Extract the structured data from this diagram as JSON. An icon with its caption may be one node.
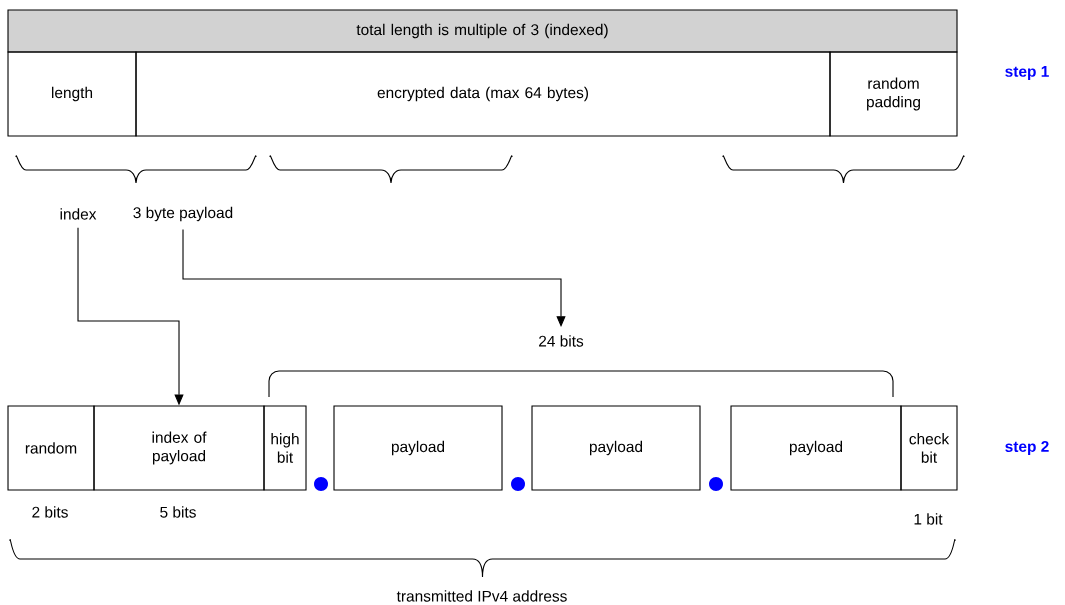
{
  "diagram": {
    "nodes": [
      {
        "text": [
          "total length is multiple of 3 (indexed)"
        ]
      },
      {
        "text": [
          "length"
        ]
      },
      {
        "text": [
          "encrypted data (max 64 bytes)"
        ]
      },
      {
        "text": [
          "random padding"
        ]
      },
      {
        "text": [
          "index"
        ]
      },
      {
        "text": [
          "3 byte payload"
        ]
      },
      {
        "text": [
          "24 bits"
        ]
      },
      {
        "text": [
          "random"
        ]
      },
      {
        "text": [
          "index of payload"
        ]
      },
      {
        "text": [
          "high bit"
        ]
      },
      {
        "text": [
          "payload"
        ]
      },
      {
        "text": [
          "payload"
        ]
      },
      {
        "text": [
          "payload"
        ]
      },
      {
        "text": [
          "check bit"
        ]
      }
    ],
    "edges": [
      {
        "from": 4,
        "to": 8,
        "arrow": "to"
      },
      {
        "from": 5,
        "to": 6,
        "arrow": "to"
      }
    ],
    "labels": [
      "step 1",
      "step 2",
      "2 bits",
      "5 bits",
      "1 bit",
      "transmitted IPv4 address"
    ]
  }
}
